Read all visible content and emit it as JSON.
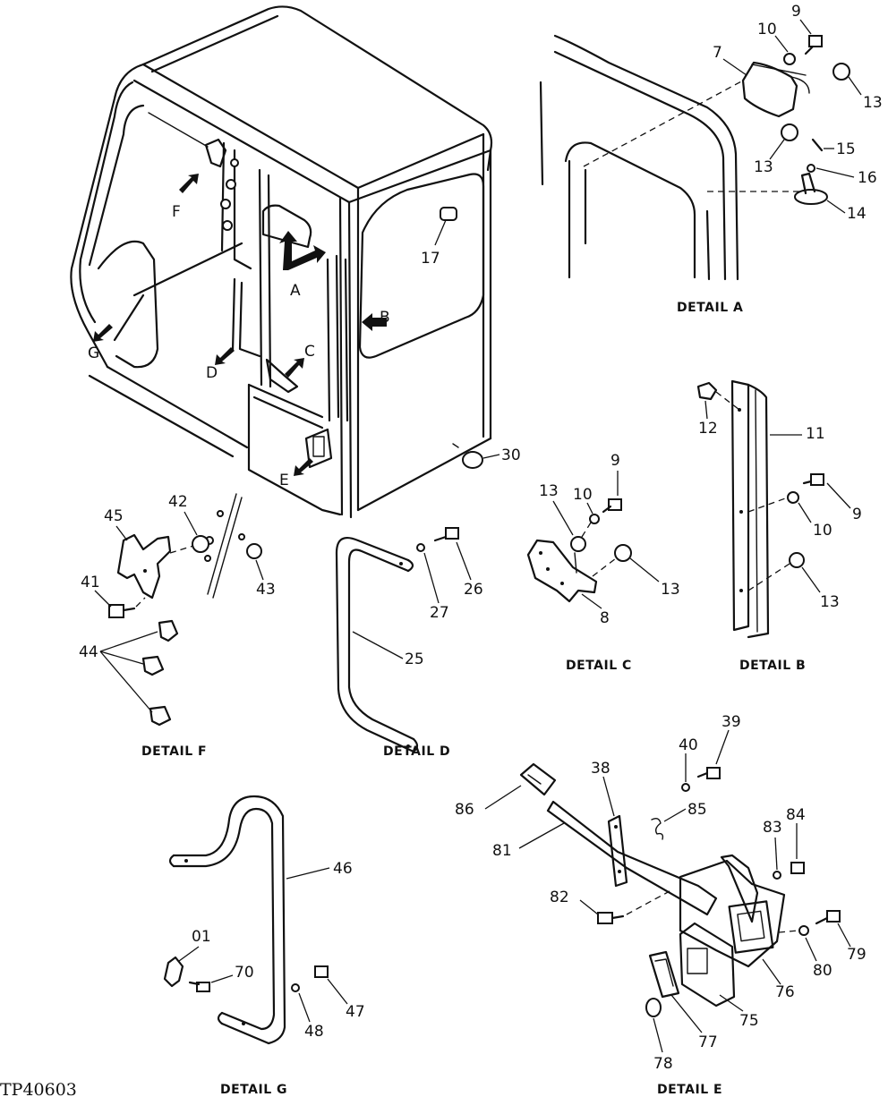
{
  "drawing_ref": "TP40603",
  "callout_letters": [
    "A",
    "B",
    "C",
    "D",
    "E",
    "F",
    "G"
  ],
  "cab_parts": [
    "17",
    "30"
  ],
  "detail_a": {
    "caption": "DETAIL A",
    "parts": [
      "9",
      "10",
      "7",
      "13",
      "13",
      "15",
      "16",
      "14"
    ]
  },
  "detail_b": {
    "caption": "DETAIL B",
    "parts": [
      "12",
      "11",
      "9",
      "10",
      "13"
    ]
  },
  "detail_c": {
    "caption": "DETAIL C",
    "parts": [
      "10",
      "9",
      "13",
      "13",
      "8"
    ]
  },
  "detail_d": {
    "caption": "DETAIL D",
    "parts": [
      "26",
      "27",
      "25"
    ]
  },
  "detail_e": {
    "caption": "DETAIL E",
    "parts": [
      "39",
      "40",
      "38",
      "85",
      "86",
      "81",
      "83",
      "84",
      "82",
      "79",
      "80",
      "76",
      "75",
      "77",
      "78"
    ]
  },
  "detail_f": {
    "caption": "DETAIL F",
    "parts": [
      "45",
      "42",
      "41",
      "43",
      "44"
    ]
  },
  "detail_g": {
    "caption": "DETAIL G",
    "parts": [
      "46",
      "01",
      "70",
      "47",
      "48"
    ]
  }
}
